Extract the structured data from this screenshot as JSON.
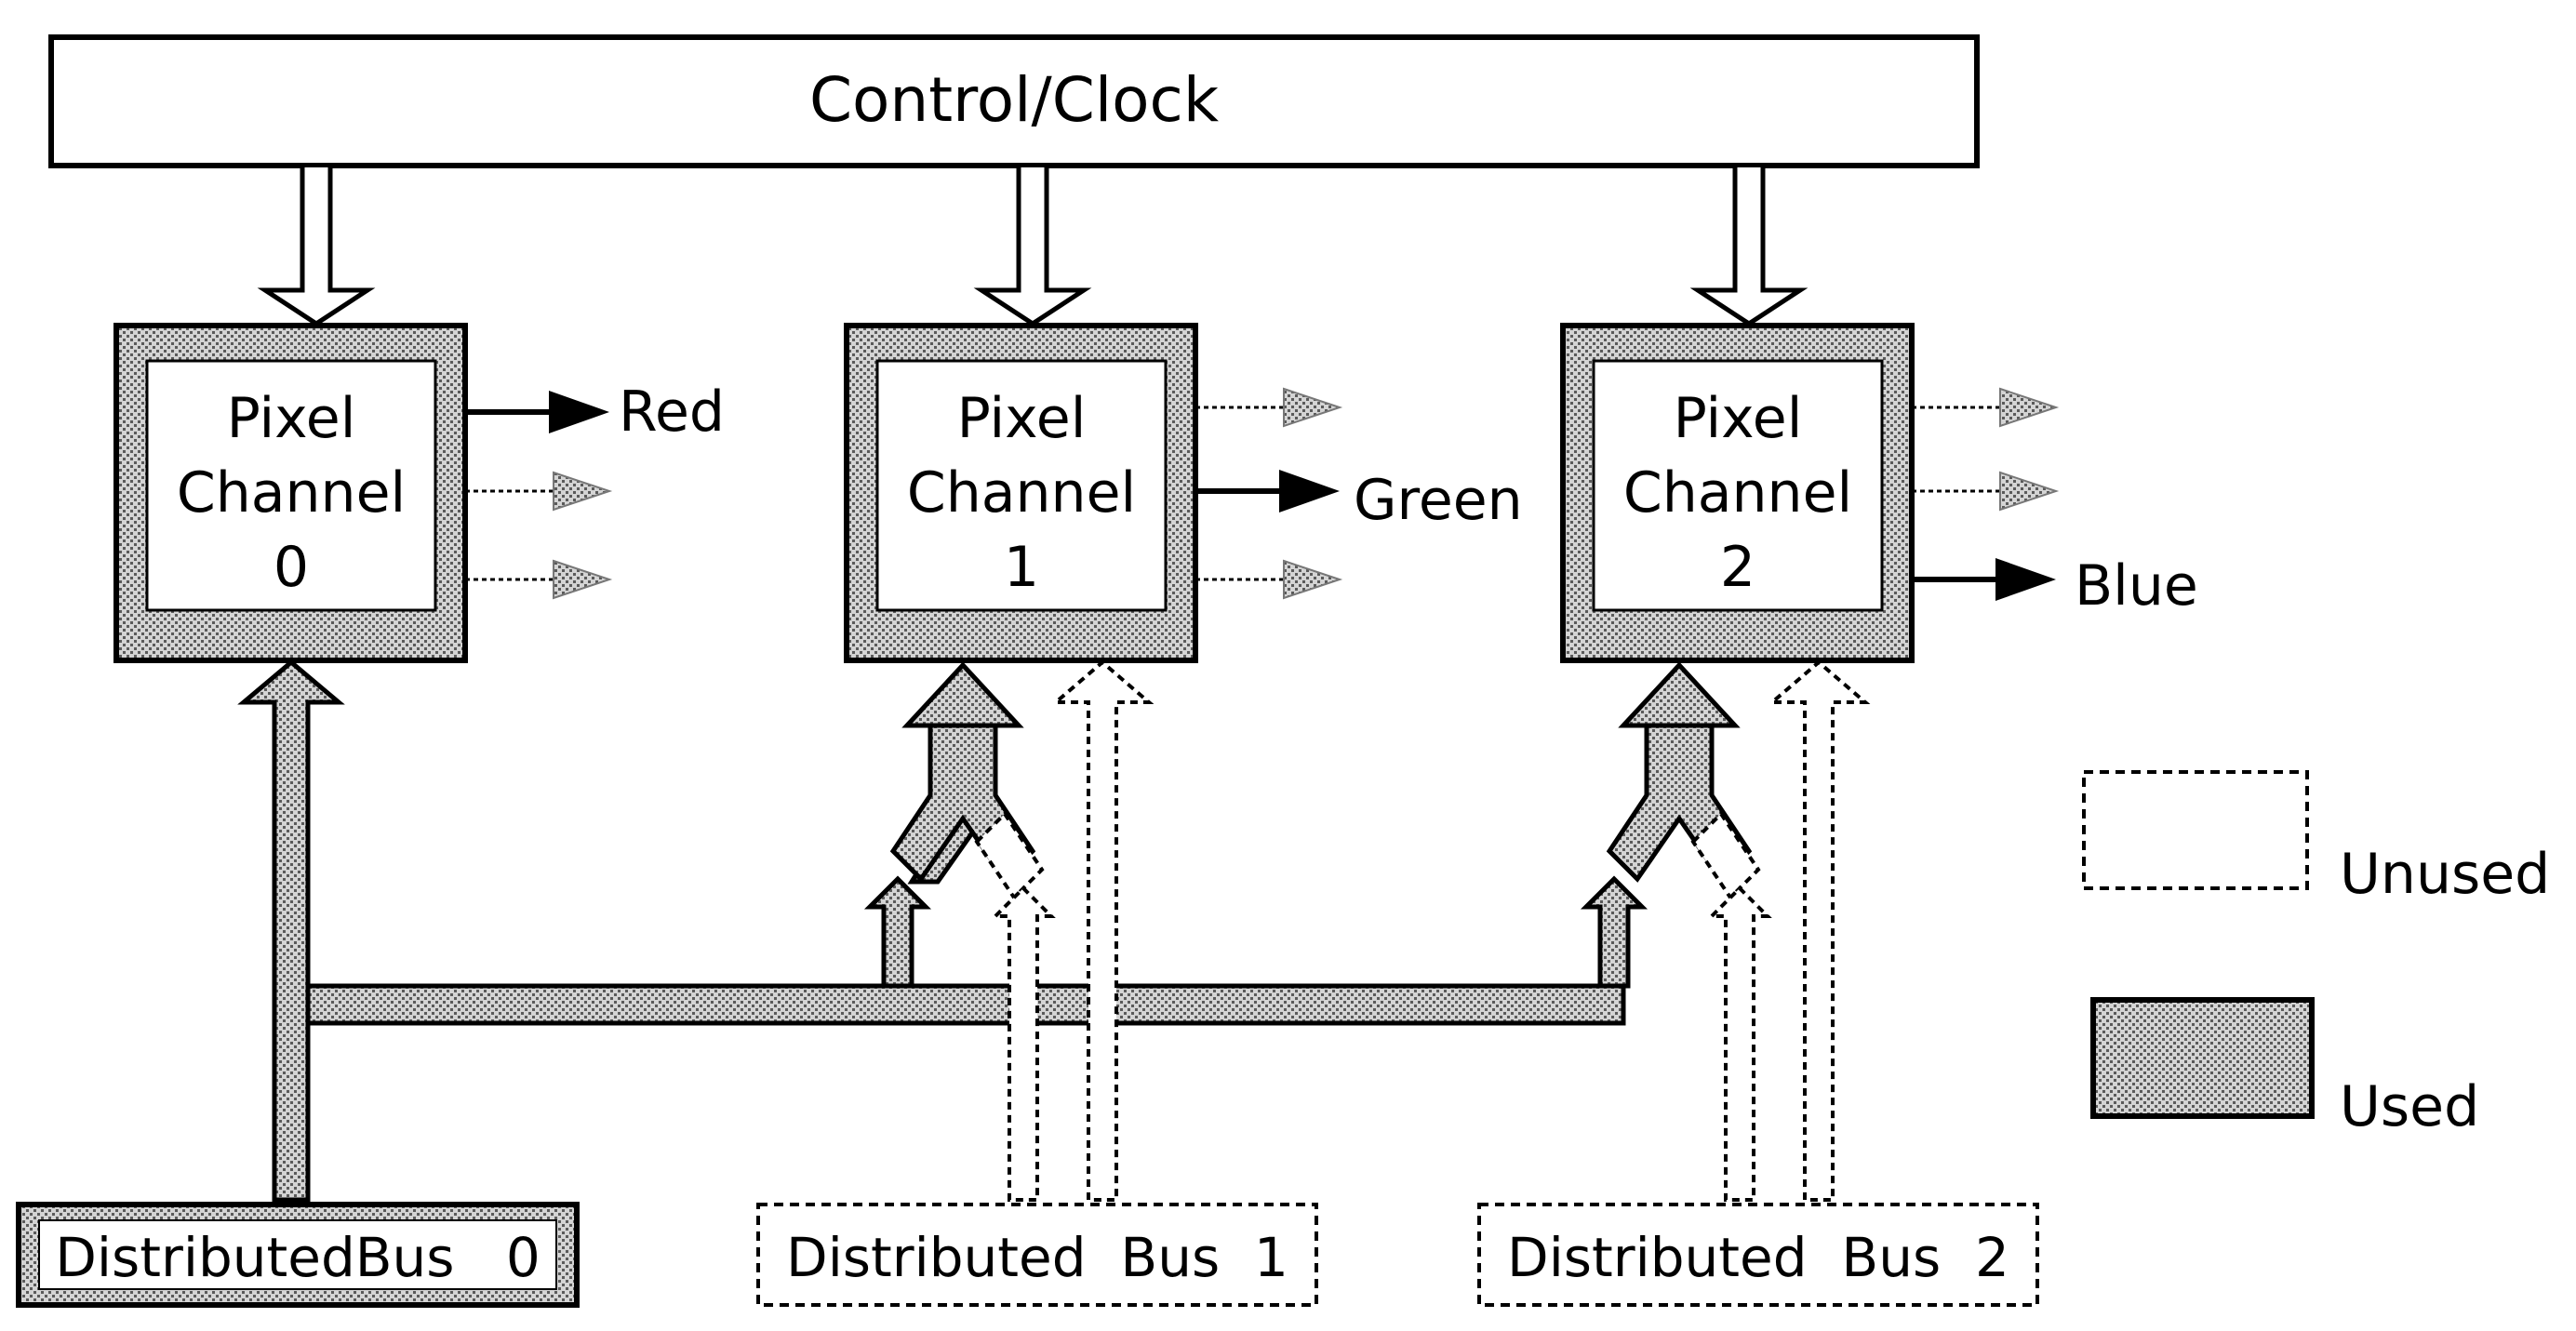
{
  "control": {
    "label": "Control/Clock"
  },
  "channels": [
    {
      "line1": "Pixel",
      "line2": "Channel",
      "line3": "0",
      "outputs": [
        "Red",
        "",
        ""
      ]
    },
    {
      "line1": "Pixel",
      "line2": "Channel",
      "line3": "1",
      "outputs": [
        "",
        "Green",
        ""
      ]
    },
    {
      "line1": "Pixel",
      "line2": "Channel",
      "line3": "2",
      "outputs": [
        "",
        "",
        "Blue"
      ]
    }
  ],
  "buses": [
    {
      "label": "DistributedBus   0",
      "used": true
    },
    {
      "label": "Distributed  Bus  1",
      "used": false
    },
    {
      "label": "Distributed  Bus  2",
      "used": false
    }
  ],
  "legend": {
    "unused": "Unused",
    "used": "Used"
  }
}
